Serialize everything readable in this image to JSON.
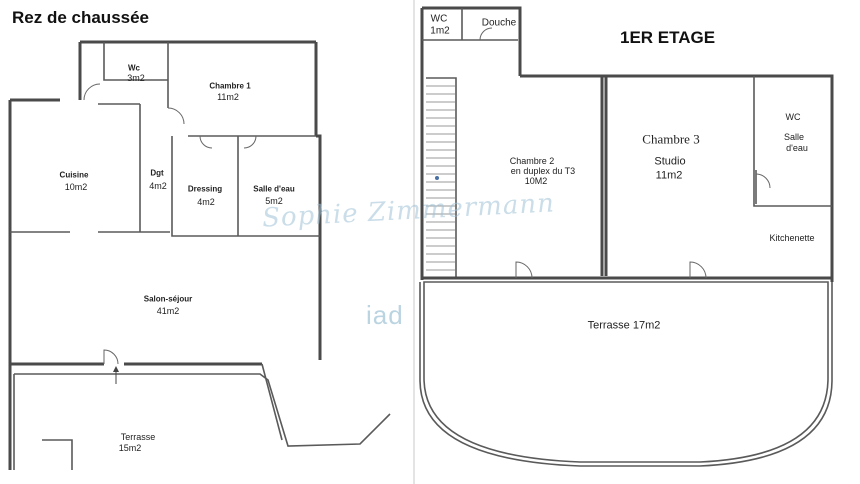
{
  "ground_floor": {
    "title": "Rez de chaussée",
    "rooms": [
      {
        "name": "Wc",
        "area": "3m2"
      },
      {
        "name": "Chambre 1",
        "area": "11m2"
      },
      {
        "name": "Cuisine",
        "area": "10m2"
      },
      {
        "name": "Dgt",
        "area": "4m2"
      },
      {
        "name": "Dressing",
        "area": "4m2"
      },
      {
        "name": "Salle d'eau",
        "area": "5m2"
      },
      {
        "name": "Salon-séjour",
        "area": "41m2"
      },
      {
        "name": "Terrasse",
        "area": "15m2"
      }
    ]
  },
  "first_floor": {
    "title": "1ER ETAGE",
    "wc": {
      "name": "WC",
      "area": "1m2"
    },
    "douche": "Douche",
    "chambre2": {
      "line1": "Chambre 2",
      "line2": "en duplex du T3",
      "area": "10M2"
    },
    "chambre3": {
      "name": "Chambre 3",
      "sub": "Studio",
      "area": "11m2"
    },
    "wc2": "WC",
    "salle_eau": {
      "line1": "Salle",
      "line2": "d'eau"
    },
    "kitchenette": "Kitchenette",
    "terrasse": "Terrasse 17m2"
  },
  "watermark": {
    "signature": "Sophie Zimmermann",
    "brand": "iad"
  }
}
